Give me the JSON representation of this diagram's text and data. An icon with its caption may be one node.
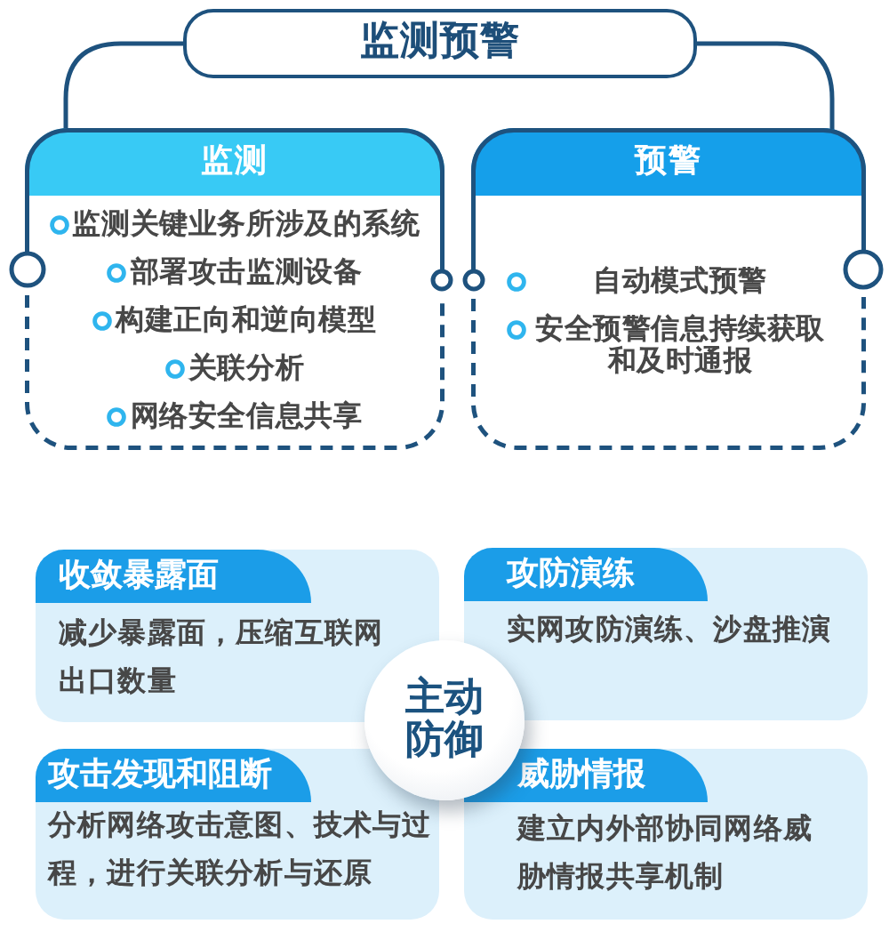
{
  "diagram": {
    "nodes": [
      {
        "text": [
          "监测预警"
        ]
      },
      {
        "text": [
          "监测",
          "监测关键业务所涉及的系统",
          "部署攻击监测设备",
          "构建正向和逆向模型",
          "关联分析",
          "网络安全信息共享"
        ]
      },
      {
        "text": [
          "预警",
          "自动模式预警",
          "安全预警信息持续获取和及时通报"
        ]
      },
      {
        "text": [
          "收敛暴露面",
          "减少暴露面，压缩互联网出口数量"
        ]
      },
      {
        "text": [
          "攻防演练",
          "实网攻防演练、沙盘推演"
        ]
      },
      {
        "text": [
          "主动防御"
        ]
      },
      {
        "text": [
          "攻击发现和阻断",
          "分析网络攻击意图、技术与过程，进行关联分析与还原"
        ]
      },
      {
        "text": [
          "威胁情报",
          "建立内外部协同网络威胁情报共享机制"
        ]
      }
    ],
    "edges": [
      {
        "from": 0,
        "to": 1,
        "arrow": "none"
      },
      {
        "from": 0,
        "to": 2,
        "arrow": "none"
      }
    ]
  }
}
